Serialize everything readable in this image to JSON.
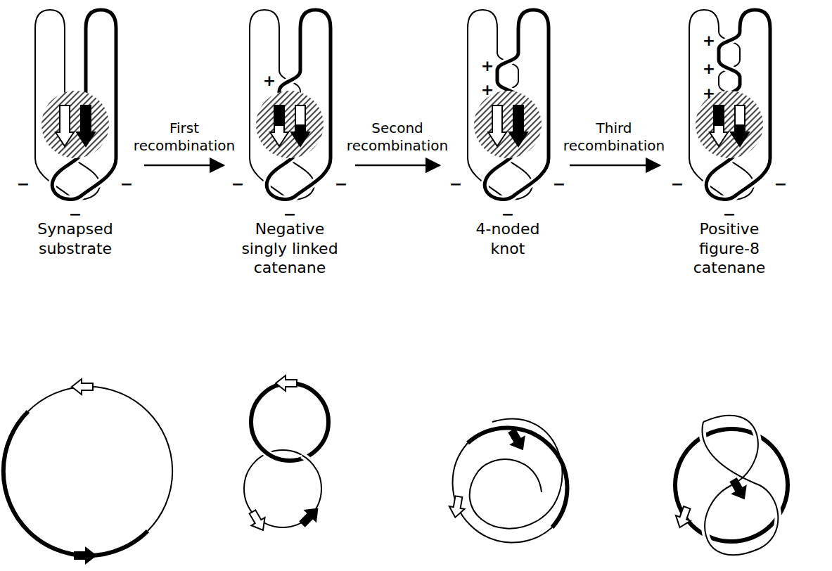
{
  "diagram": {
    "labels": [
      "First recombination",
      "Second recombination",
      "Third recombination",
      "Synapsed substrate",
      "Negative singly linked catenane",
      "4-noded knot",
      "Positive figure-8 catenane",
      "−",
      "−",
      "−",
      "+",
      "−",
      "−",
      "−",
      "+",
      "+",
      "−",
      "−",
      "−",
      "+",
      "+",
      "+",
      "−",
      "−",
      "−"
    ]
  }
}
